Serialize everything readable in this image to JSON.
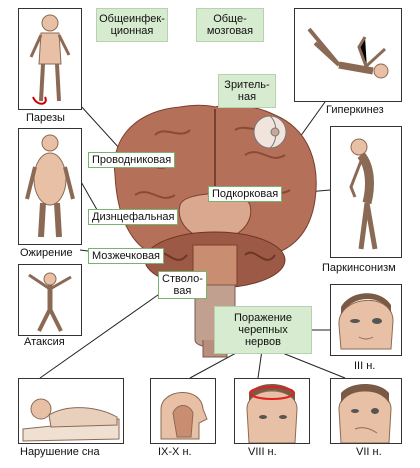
{
  "categories": {
    "general_infectious": "Общеинфек-\nционная",
    "general_cerebral": "Обще-\nмозговая",
    "visual": "Зритель-\nная"
  },
  "brain_labels": {
    "conductive": "Проводниковая",
    "diencephalic": "Дизнцефальная",
    "cerebellar": "Мозжечковая",
    "subcortical": "Подкорковая",
    "brainstem": "Стволо-\nвая",
    "cranial_nerves": "Поражение\nчерепных\nнервов"
  },
  "panels": {
    "paresis": "Парезы",
    "obesity": "Ожирение",
    "ataxia": "Атаксия",
    "sleep": "Нарушение  сна",
    "hyperkinesis": "Гиперкинез",
    "parkinsonism": "Паркинсонизм",
    "nerve_3": "III н.",
    "nerve_9_10": "IX-X  н.",
    "nerve_8": "VIII  н.",
    "nerve_7": "VII н."
  },
  "colors": {
    "green_box": "#d7ebd0",
    "tag_border": "#7ab36f",
    "brain": "#b5705a",
    "skin": "#e8c0a5"
  }
}
